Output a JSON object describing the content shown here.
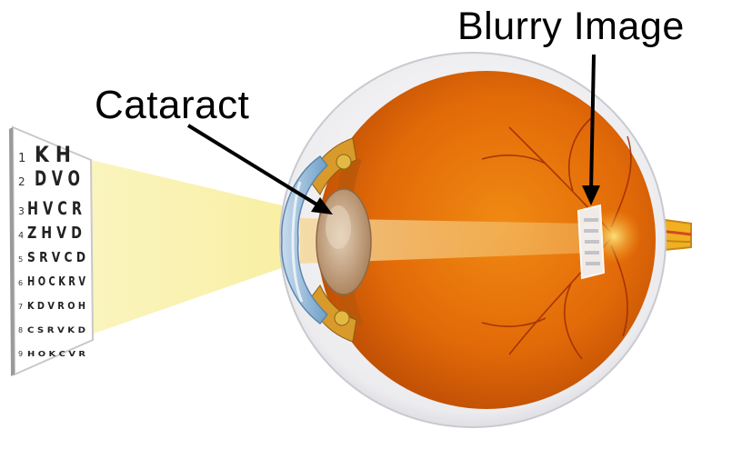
{
  "labels": {
    "blurry_image": "Blurry Image",
    "cataract": "Cataract"
  },
  "eye_chart": {
    "rows": [
      {
        "num": "1",
        "letters": "K H"
      },
      {
        "num": "2",
        "letters": "D V O"
      },
      {
        "num": "3",
        "letters": "H V C R"
      },
      {
        "num": "4",
        "letters": "Z H V D"
      },
      {
        "num": "5",
        "letters": "S R V C D"
      },
      {
        "num": "6",
        "letters": "H O C K R V"
      },
      {
        "num": "7",
        "letters": "K D V R O H"
      },
      {
        "num": "8",
        "letters": "C S R V K D"
      },
      {
        "num": "9",
        "letters": "H O K C V R"
      }
    ]
  },
  "colors": {
    "sclera": "#e9e9ec",
    "eye_interior": "#e46a08",
    "light_beam": "#fbf3b0",
    "lens_cloudy": "#c9a98a",
    "cornea": "#8fb8d8",
    "arrow": "#000000"
  }
}
